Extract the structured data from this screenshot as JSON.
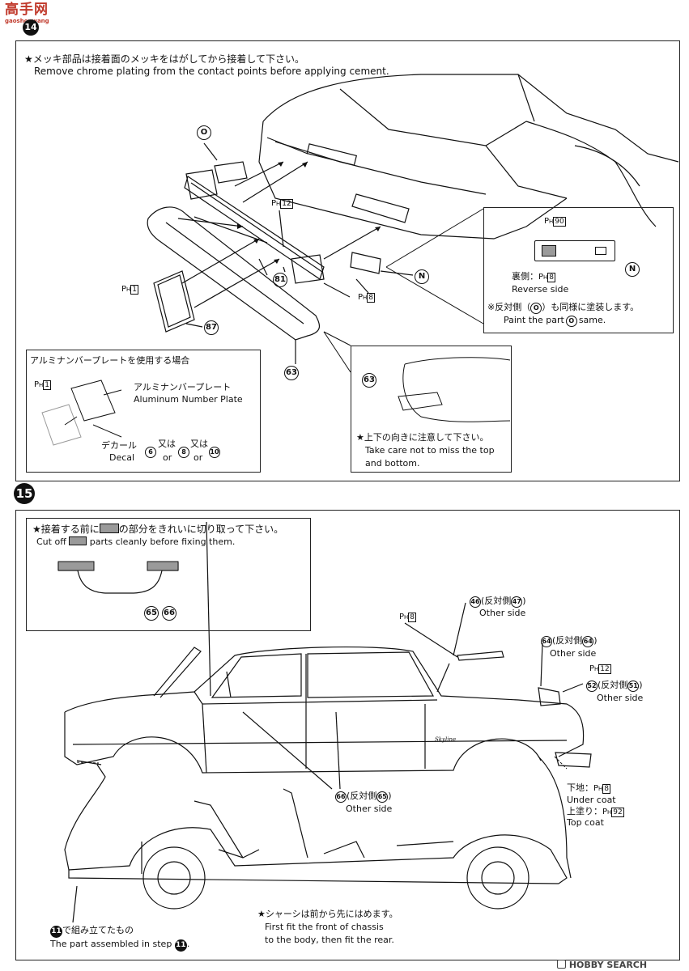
{
  "header": {
    "logo_text": "高手网",
    "logo_sub": "gaoshouwang"
  },
  "step14": {
    "note_jp": "★メッキ部品は接着面のメッキをはがしてから接着して下さい。",
    "note_en": "Remove chrome plating from the contact points before applying cement.",
    "labels": {
      "O": "O",
      "N": "N",
      "p12": "12",
      "p81": "81",
      "p8": "8",
      "p1": "1",
      "p87": "87",
      "p63": "63"
    },
    "inset_right": {
      "p90": "90",
      "reverse_jp": "裏側：",
      "reverse_p": "8",
      "reverse_en": "Reverse side",
      "note_jp_a": "※反対側（",
      "note_jp_b": "）も同様に塗装します。",
      "note_en_a": "Paint the part",
      "note_en_b": "same.",
      "N": "N",
      "O": "O"
    },
    "inset_alum": {
      "title": "アルミナンバープレートを使用する場合",
      "p1": "1",
      "plate_jp": "アルミナンバープレート",
      "plate_en": "Aluminum Number Plate",
      "decal_jp": "デカール",
      "decal_en": "Decal",
      "d6": "6",
      "d8": "8",
      "d10": "10",
      "or_jp": "又は",
      "or_en": "or"
    },
    "inset_63": {
      "part": "63",
      "note_jp": "★上下の向きに注意して下さい。",
      "note_en1": "Take care not to miss the top",
      "note_en2": "and bottom."
    }
  },
  "step15": {
    "number": "15",
    "inset_cut": {
      "note_jp_a": "★接着する前に",
      "note_jp_b": "の部分をきれいに切り取って下さい。",
      "note_en_a": "Cut off",
      "note_en_b": "parts cleanly before fixing them.",
      "p65": "65",
      "p66": "66"
    },
    "callouts": {
      "c46": {
        "part": "46",
        "jp": "(反対側",
        "other": "47",
        "jp_end": ")",
        "en": "Other side",
        "paint": "8"
      },
      "c64": {
        "part": "64",
        "jp": "(反対側",
        "other": "64",
        "jp_end": ")",
        "en": "Other side"
      },
      "c52": {
        "part": "52",
        "jp": "(反対側",
        "other": "51",
        "jp_end": ")",
        "en": "Other side",
        "paint": "12"
      },
      "c66": {
        "part": "66",
        "jp": "(反対側",
        "other": "65",
        "jp_end": ")",
        "en": "Other side"
      },
      "coat": {
        "under_jp": "下地：",
        "under_p": "8",
        "under_en": "Under coat",
        "top_jp": "上塗り：",
        "top_p": "92",
        "top_en": "Top coat"
      }
    },
    "badge_text": "Skyline",
    "assembled": {
      "step": "11",
      "jp": "で組み立てたもの",
      "en": "The part assembled in step"
    },
    "chassis": {
      "note_jp": "★シャーシは前から先にはめます。",
      "note_en1": "First fit the front of chassis",
      "note_en2": "to the body, then fit the rear."
    }
  },
  "footer": {
    "watermark": "HOBBY SEARCH"
  },
  "colors": {
    "ink": "#111111",
    "grey_tone": "#9a9a9a",
    "paper": "#ffffff"
  }
}
